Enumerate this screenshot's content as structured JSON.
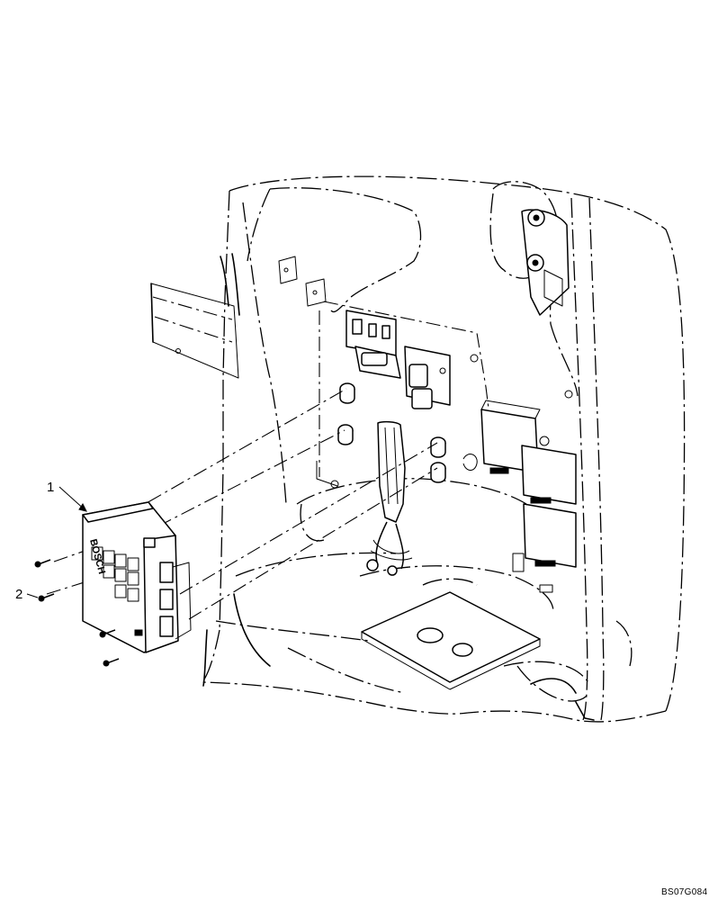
{
  "callouts": [
    "1",
    "2"
  ],
  "module_brand": "BOSCH",
  "drawing_ref": "BS07G084"
}
